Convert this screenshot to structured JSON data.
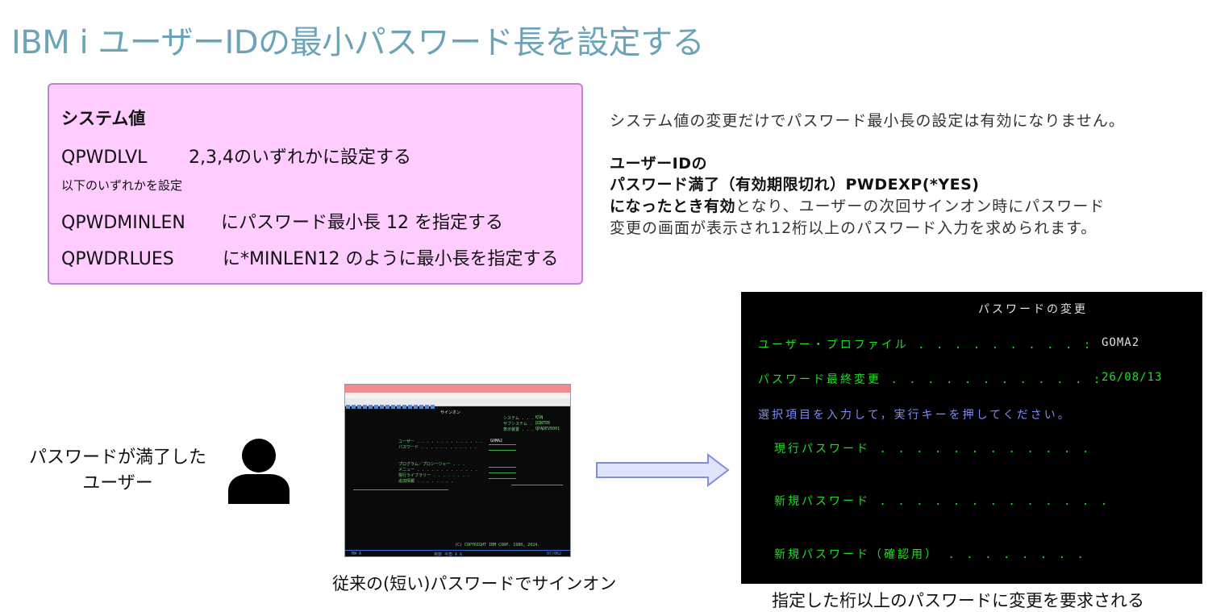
{
  "title": "IBM i ユーザーIDの最小パスワード長を設定する",
  "system_values": {
    "heading": "システム値",
    "row1": {
      "key": "QPWDLVL",
      "value": "2,3,4のいずれかに設定する"
    },
    "note": "以下のいずれかを設定",
    "row2": {
      "key": "QPWDMINLEN",
      "value": "にパスワード最小長 12 を指定する"
    },
    "row3": {
      "key": "QPWDRLUES",
      "value": "に*MINLEN12 のように最小長を指定する"
    }
  },
  "explanation": {
    "line1": "システム値の変更だけでパスワード最小長の設定は有効になりません。",
    "line2": "ユーザーIDの",
    "line3": "パスワード満了（有効期限切れ）PWDEXP(*YES)",
    "line4_bold": "になったとき有効",
    "line4_rest": "となり、ユーザーの次回サインオン時にパスワード",
    "line5": "変更の画面が表示され12桁以上のパスワード入力を求められます。"
  },
  "user_label": {
    "line1": "パスワードが満了した",
    "line2": "ユーザー"
  },
  "signon_screen": {
    "title": "サインオン",
    "sys_labels": [
      "システム . . . . :",
      "サブシステム . . :",
      "表示装置 . . . . :"
    ],
    "sys_values": [
      "KSN",
      "QINTER",
      "QPADEV0001"
    ],
    "user_label": "ユーザー . . . . . . . . . . . . . .",
    "user_value": "GOMA2",
    "password_label": "パスワード . . . . . . . . . . . .",
    "program_label": "プログラム／プロシージャー . . .",
    "menu_label": "メニュー . . . . . . . . . . . . .",
    "library_label": "現行ライブラリー . . . . . . . .",
    "tracking_label": "追加情報 . . . . . . . .",
    "copyright": "(C) COPYRIGHT IBM CORP. 1980, 2024.",
    "status_left": "MW   A",
    "status_mid": "英数 半角     A A",
    "status_right": "07/062"
  },
  "caption_left": "従来の(短い)パスワードでサインオン",
  "change_screen": {
    "title": "パスワードの変更",
    "profile_label": "ユーザー・プロファイル . . . . . . . . . :",
    "profile_value": "GOMA2",
    "last_change_label": "パスワード最終変更 . . . . . . . . . . . :",
    "last_change_value": "26/08/13",
    "instruction": "選択項目を入力して，実行キーを押してください。",
    "current_label": "現行パスワード  . . . . . . . . . . . .",
    "new_label": "新規パスワード . . . . . . . . . . . . .",
    "confirm_label": "新規パスワード（確認用） . . . . . . . ."
  },
  "caption_right": "指定した桁以上のパスワードに変更を要求される",
  "colors": {
    "title": "#6ba4b8",
    "box_fill": "#ffccff",
    "box_border": "#b687d6",
    "terminal_green": "#22dd22",
    "terminal_blue": "#7b8cf7",
    "arrow_fill": "#dfe4fb",
    "arrow_stroke": "#7f8fd9"
  }
}
